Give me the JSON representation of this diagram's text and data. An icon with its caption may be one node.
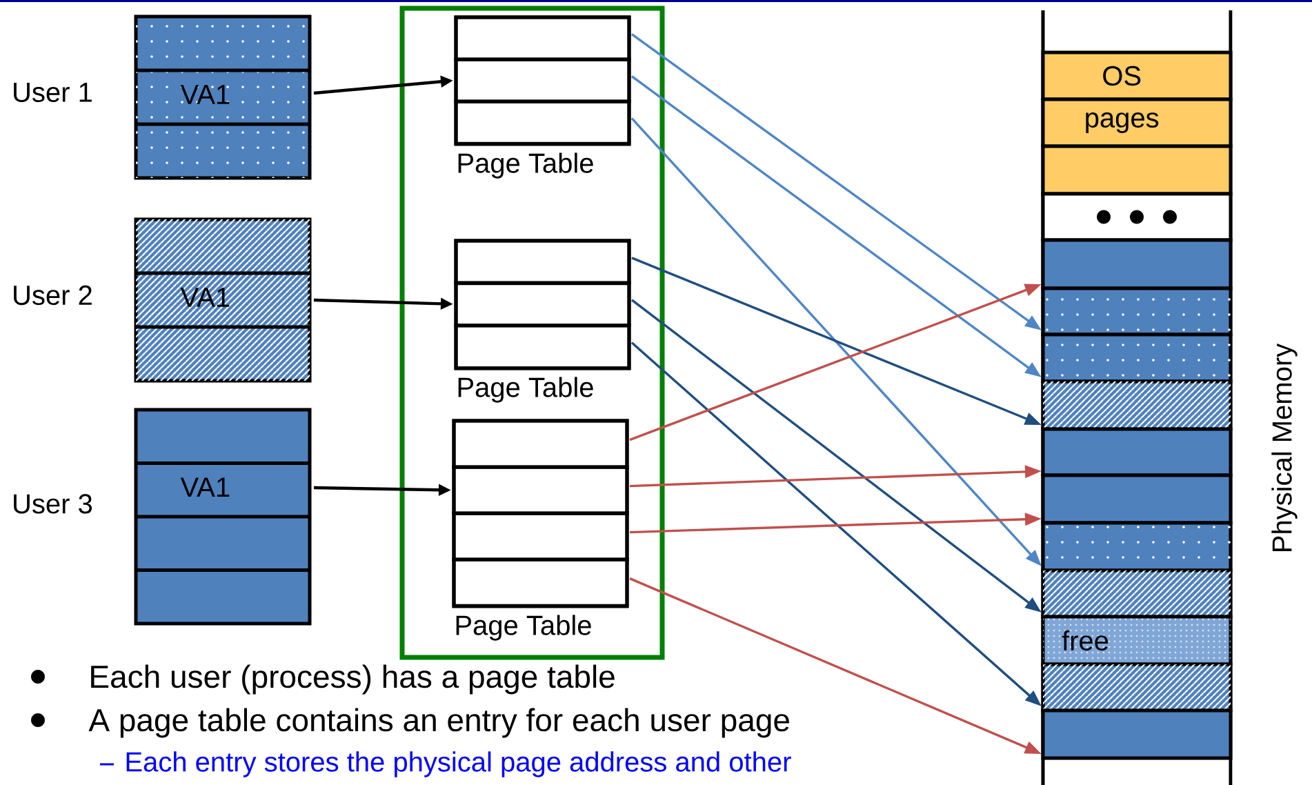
{
  "diagram": {
    "nodes": [
      {
        "text": [
          "User 1",
          "VA1"
        ]
      },
      {
        "text": [
          "User 2",
          "VA1"
        ]
      },
      {
        "text": [
          "User 3",
          "VA1"
        ]
      },
      {
        "text": [],
        "shape": "box"
      },
      {
        "text": [
          "Page Table"
        ],
        "in": 3
      },
      {
        "text": [],
        "shape": "box",
        "in": 4
      },
      {
        "text": [],
        "shape": "box",
        "in": 4
      },
      {
        "text": [],
        "shape": "box",
        "in": 4
      },
      {
        "text": [
          "Page Table"
        ],
        "in": 3
      },
      {
        "text": [],
        "shape": "box",
        "in": 8
      },
      {
        "text": [],
        "shape": "box",
        "in": 8
      },
      {
        "text": [],
        "shape": "box",
        "in": 8
      },
      {
        "text": [
          "Page Table"
        ],
        "in": 3
      },
      {
        "text": [],
        "shape": "box",
        "in": 12
      },
      {
        "text": [],
        "shape": "box",
        "in": 12
      },
      {
        "text": [],
        "shape": "box",
        "in": 12
      },
      {
        "text": [],
        "shape": "box",
        "in": 12
      },
      {
        "text": [
          "Physical Memory"
        ]
      },
      {
        "text": [
          "OS"
        ],
        "in": 17
      },
      {
        "text": [
          "pages"
        ],
        "in": 17
      },
      {
        "text": [],
        "shape": "box",
        "in": 17
      },
      {
        "text": [],
        "shape": "box",
        "in": 17
      },
      {
        "text": [],
        "shape": "box",
        "in": 17
      },
      {
        "text": [],
        "shape": "box",
        "in": 17
      },
      {
        "text": [],
        "shape": "box",
        "in": 17
      },
      {
        "text": [],
        "shape": "box",
        "in": 17
      },
      {
        "text": [],
        "shape": "box",
        "in": 17
      },
      {
        "text": [],
        "shape": "box",
        "in": 17
      },
      {
        "text": [],
        "shape": "box",
        "in": 17
      },
      {
        "text": [],
        "shape": "box",
        "in": 17
      },
      {
        "text": [
          "free"
        ],
        "in": 17
      },
      {
        "text": [],
        "shape": "box",
        "in": 17
      },
      {
        "text": [],
        "shape": "box",
        "in": 17
      }
    ],
    "edges": [
      {
        "from": 0,
        "to": 6,
        "arrow": "to",
        "color": "#000000"
      },
      {
        "from": 1,
        "to": 10,
        "arrow": "to",
        "color": "#000000"
      },
      {
        "from": 2,
        "to": 14,
        "arrow": "to",
        "color": "#000000"
      },
      {
        "from": 5,
        "to": 23,
        "arrow": "to",
        "color": "#4f86c6"
      },
      {
        "from": 6,
        "to": 24,
        "arrow": "to",
        "color": "#4f86c6"
      },
      {
        "from": 7,
        "to": 28,
        "arrow": "to",
        "color": "#4f86c6"
      },
      {
        "from": 9,
        "to": 25,
        "arrow": "to",
        "color": "#1f4e80"
      },
      {
        "from": 10,
        "to": 29,
        "arrow": "to",
        "color": "#1f4e80"
      },
      {
        "from": 11,
        "to": 31,
        "arrow": "to",
        "color": "#1f4e80"
      },
      {
        "from": 13,
        "to": 22,
        "arrow": "to",
        "color": "#c0504d"
      },
      {
        "from": 14,
        "to": 26,
        "arrow": "to",
        "color": "#c0504d"
      },
      {
        "from": 15,
        "to": 27,
        "arrow": "to",
        "color": "#c0504d"
      },
      {
        "from": 16,
        "to": 32,
        "arrow": "to",
        "color": "#c0504d"
      }
    ],
    "labels": [
      "Each user (process) has a page table",
      "A page table contains an entry for each user page",
      "Each entry stores the physical page address and other"
    ]
  }
}
